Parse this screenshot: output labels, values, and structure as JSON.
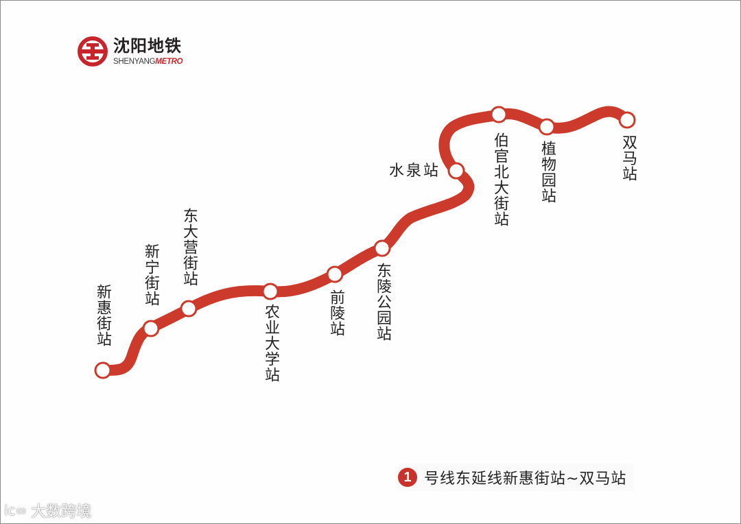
{
  "logo": {
    "name_cn": "沈阳地铁",
    "name_en_prefix": "SHENYANG",
    "name_en_suffix": "METRO",
    "brand_color": "#c8242b"
  },
  "line": {
    "color": "#cc3a2b",
    "stations": [
      {
        "name": "新惠街站",
        "orientation": "vertical"
      },
      {
        "name": "新宁街站",
        "orientation": "vertical"
      },
      {
        "name": "东大营街站",
        "orientation": "vertical"
      },
      {
        "name": "农业大学站",
        "orientation": "vertical"
      },
      {
        "name": "前陵站",
        "orientation": "vertical"
      },
      {
        "name": "东陵公园站",
        "orientation": "vertical"
      },
      {
        "name": "水泉站",
        "orientation": "horizontal"
      },
      {
        "name": "伯官北大街站",
        "orientation": "vertical"
      },
      {
        "name": "植物园站",
        "orientation": "vertical"
      },
      {
        "name": "双马站",
        "orientation": "vertical"
      }
    ]
  },
  "legend": {
    "badge": "1",
    "text": "号线东延线新惠街站~双马站"
  },
  "watermark": {
    "mark": "ic∞",
    "text": "大数跨境"
  }
}
